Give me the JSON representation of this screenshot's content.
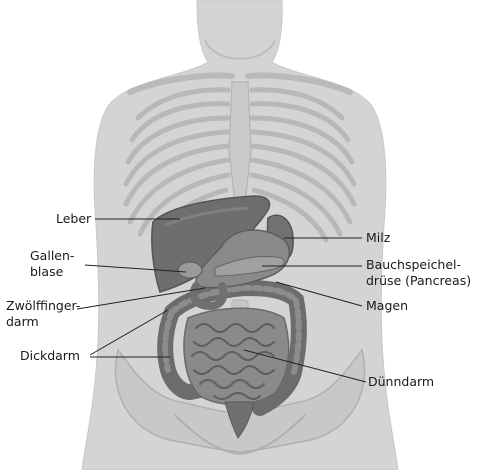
{
  "diagram": {
    "labels": {
      "leber": "Leber",
      "gallenblase_1": "Gallen-",
      "gallenblase_2": "blase",
      "zwoelffinger_1": "Zwölffinger-",
      "zwoelffinger_2": "darm",
      "dickdarm": "Dickdarm",
      "milz": "Milz",
      "bauch_1": "Bauchspeichel-",
      "bauch_2": "drüse (Pancreas)",
      "magen": "Magen",
      "duenndarm": "Dünndarm"
    },
    "colors": {
      "skin": "#d4d4d4",
      "bone": "#c4c4c4",
      "organ_dark": "#6e6e6e",
      "organ_mid": "#8a8a8a",
      "intestine": "#7d7d7d",
      "line": "#222222"
    }
  }
}
